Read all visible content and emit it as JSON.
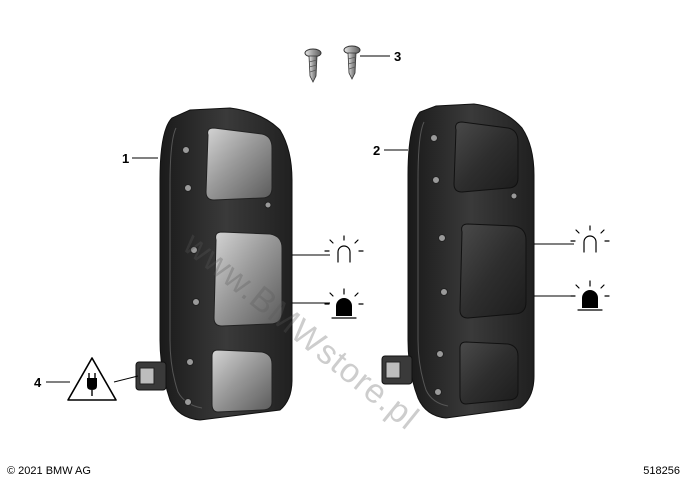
{
  "callouts": {
    "part1": "1",
    "part2": "2",
    "part3": "3",
    "part4": "4"
  },
  "footer": {
    "copyright": "© 2021 BMW AG",
    "diagram_number": "518256"
  },
  "watermark": "www.BMWstore.pl",
  "icons": {
    "part1_upper": "headlight-icon",
    "part1_lower": "hazard-warning-beacon-icon",
    "part2_upper": "headlight-icon",
    "part2_lower": "hazard-warning-beacon-icon",
    "part4": "electrical-connector-warning-icon"
  },
  "colors": {
    "housing": "#2b2b2b",
    "button": "#8f8f8f",
    "line": "#000000"
  }
}
